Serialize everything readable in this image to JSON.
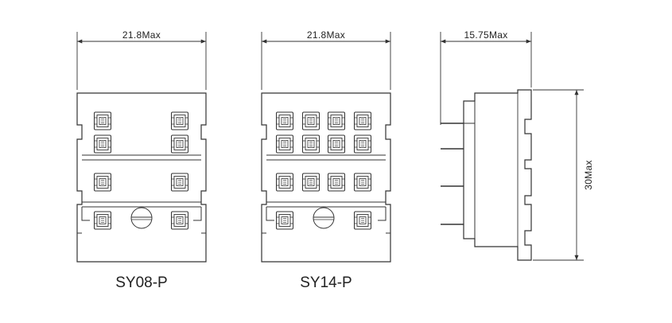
{
  "dimensions": {
    "sy08_width": "21.8Max",
    "sy14_width": "21.8Max",
    "side_depth": "15.75Max",
    "side_height": "30Max"
  },
  "models": {
    "left": "SY08-P",
    "middle": "SY14-P"
  },
  "colors": {
    "line": "#333333",
    "background": "#ffffff"
  }
}
